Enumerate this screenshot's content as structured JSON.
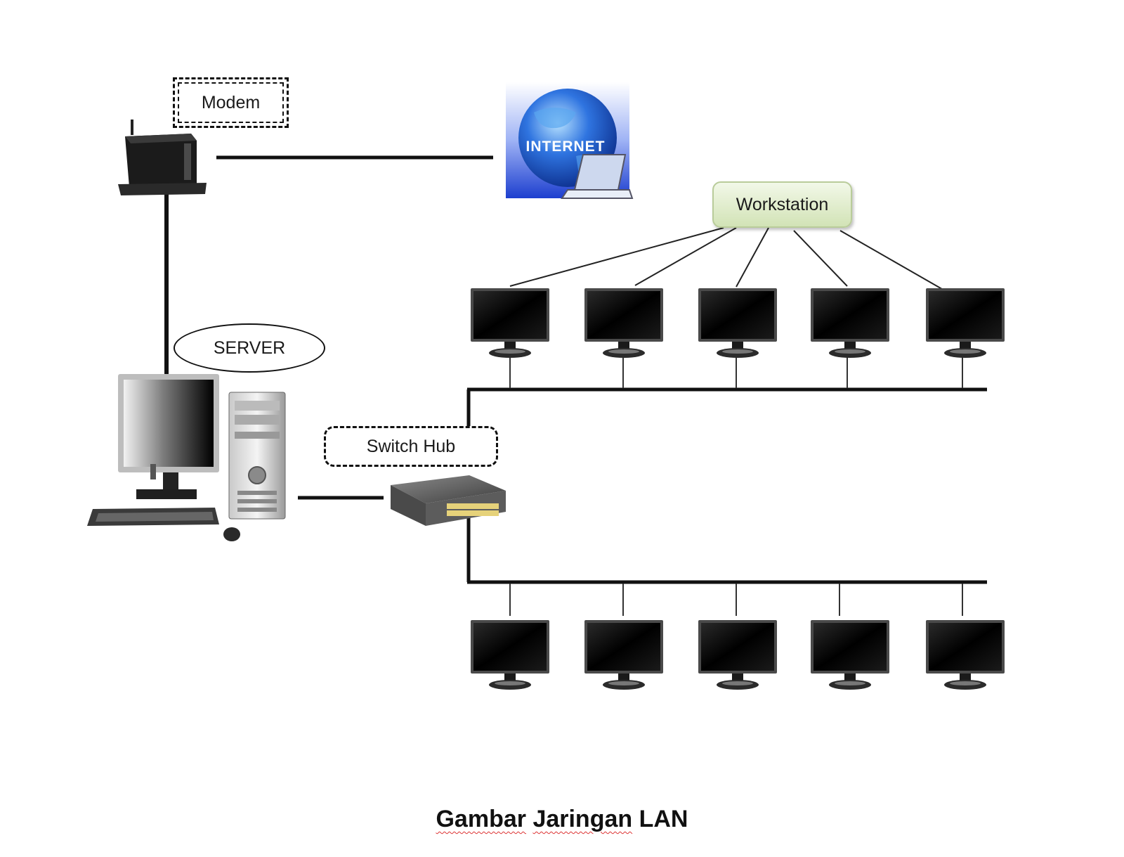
{
  "diagram": {
    "labels": {
      "modem": "Modem",
      "internet": "INTERNET",
      "workstation": "Workstation",
      "server": "SERVER",
      "switch_hub": "Switch Hub"
    },
    "caption": [
      "Gambar",
      "Jaringan",
      "LAN"
    ],
    "workstation_count": 10,
    "colors": {
      "line": "#111111",
      "globe": "#1f4fd0",
      "workstation_box": "#d9e8c2"
    },
    "icons": [
      "modem-icon",
      "internet-globe-icon",
      "server-computer-icon",
      "switch-hub-icon",
      "monitor-icon"
    ]
  }
}
